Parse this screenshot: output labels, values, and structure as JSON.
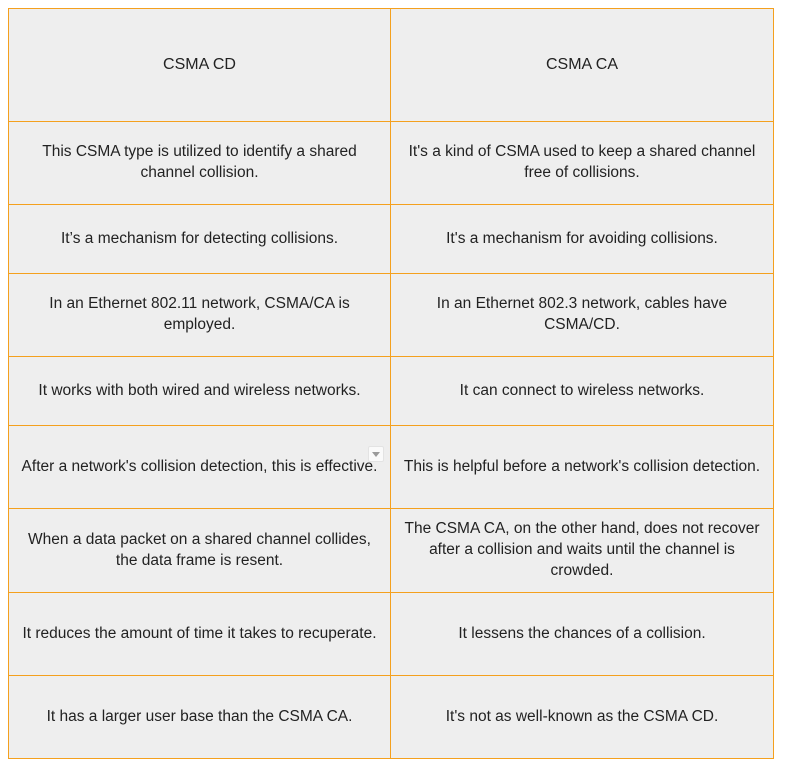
{
  "table": {
    "headers": [
      "CSMA CD",
      "CSMA CA"
    ],
    "rows": [
      {
        "left": "This CSMA type is utilized to identify a shared channel collision.",
        "right": "It's a kind of CSMA used to keep a shared channel free of collisions."
      },
      {
        "left": "It’s a mechanism for detecting collisions.",
        "right": "It's a mechanism for avoiding collisions."
      },
      {
        "left": "In an Ethernet 802.11 network, CSMA/CA is employed.",
        "right": "In an Ethernet 802.3 network, cables have CSMA/CD."
      },
      {
        "left": "It works with both wired and wireless networks.",
        "right": "It can connect to wireless networks."
      },
      {
        "left": "After a network's collision detection, this is effective.",
        "right": "This is helpful before a network's collision detection."
      },
      {
        "left": "When a data packet on a shared channel collides, the data frame is resent.",
        "right": "The CSMA CA, on the other hand, does not recover after a collision and waits until the channel is crowded."
      },
      {
        "left": "It reduces the amount of time it takes to recuperate.",
        "right": "It lessens the chances of a collision."
      },
      {
        "left": "It has a larger user base than the CSMA CA.",
        "right": "It's not as well-known as the CSMA CD."
      }
    ]
  },
  "artifact": {
    "icon": "chevron-down-icon"
  },
  "colors": {
    "border": "#f4a01e",
    "cell_background": "#eeeeee",
    "page_background": "#ffffff",
    "text": "#222222"
  }
}
